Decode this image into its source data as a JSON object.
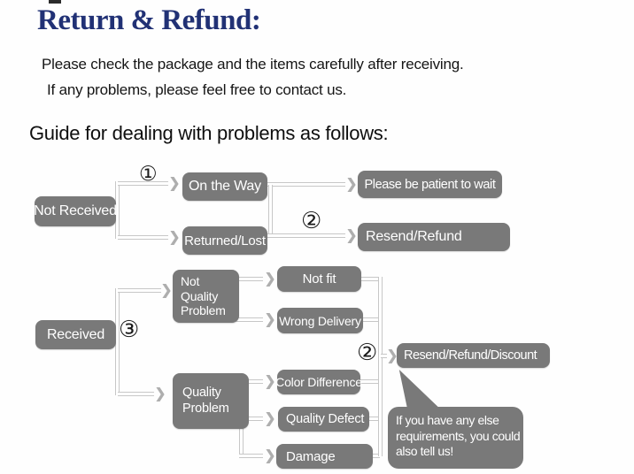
{
  "header": {
    "title": "Return & Refund:",
    "line1": "Please check the package and the items carefully after receiving.",
    "line2": "If any problems, please feel free to contact us.",
    "guide": "Guide for dealing with problems as follows:"
  },
  "flow": {
    "marks": {
      "step1": "①",
      "step2": "②",
      "step3": "③"
    },
    "nodes": {
      "not_received": "Not Received",
      "on_the_way": "On the Way",
      "please_wait": "Please be patient to wait",
      "returned_lost": "Returned/Lost",
      "resend_refund": "Resend/Refund",
      "received": "Received",
      "not_quality_problem": "Not Quality Problem",
      "not_fit": "Not fit",
      "wrong_delivery": "Wrong Delivery",
      "quality_problem": "Quality Problem",
      "color_difference": "Color Difference",
      "quality_defect": "Quality Defect",
      "damage": "Damage",
      "resend_refund_discount": "Resend/Refund/Discount"
    },
    "bubble": {
      "lines": [
        "If you have any else",
        "requirements, you could",
        "also tell us!"
      ]
    }
  },
  "icons": {
    "arrow_right": "❯"
  },
  "colors": {
    "node_bg": "#797979",
    "node_text": "#ffffff",
    "connector": "#c7c7c7",
    "title_navy": "#213175"
  }
}
